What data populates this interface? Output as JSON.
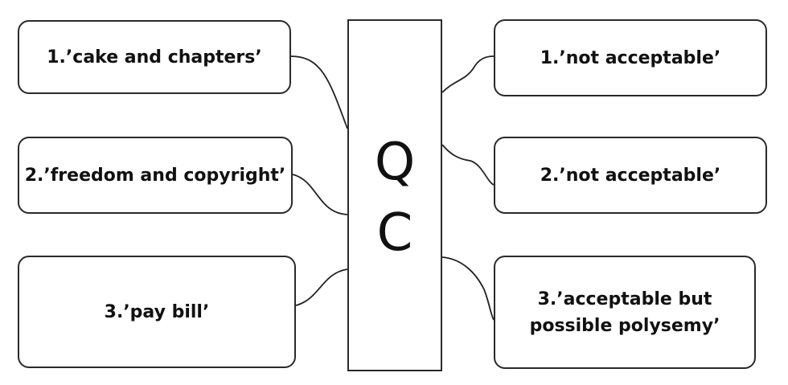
{
  "center": {
    "letters": [
      "Q",
      "C"
    ]
  },
  "left": [
    {
      "label": "1.’cake and chapters’"
    },
    {
      "label": "2.’freedom and copyright’"
    },
    {
      "label": "3.’pay bill’"
    }
  ],
  "right": [
    {
      "lines": [
        "1.’not acceptable’"
      ]
    },
    {
      "lines": [
        "2.’not acceptable’"
      ]
    },
    {
      "lines": [
        "3.’acceptable but",
        "possible polysemy’"
      ]
    }
  ]
}
